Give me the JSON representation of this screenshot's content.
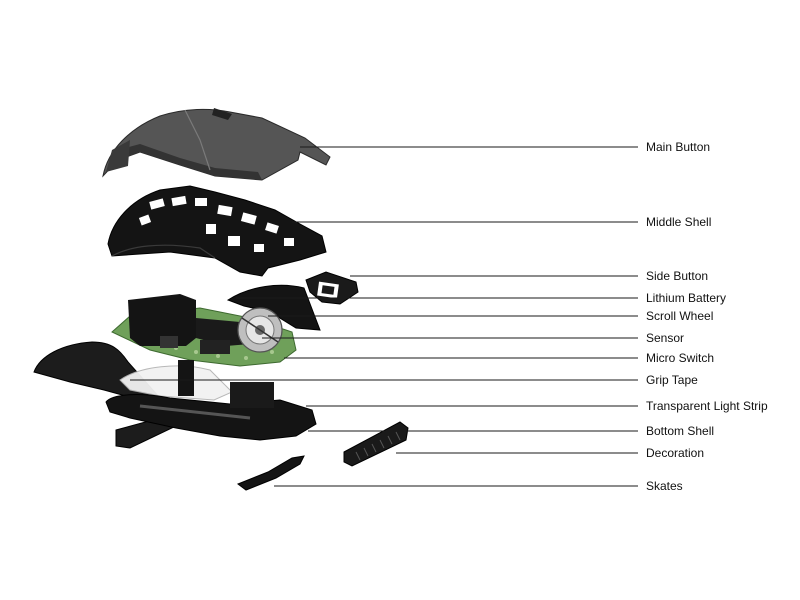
{
  "diagram": {
    "parts": [
      {
        "id": "main-button",
        "label": "Main Button",
        "shape": "dark-grey-top-shell"
      },
      {
        "id": "middle-shell",
        "label": "Middle Shell",
        "shape": "black-honeycomb-frame"
      },
      {
        "id": "side-button",
        "label": "Side Button",
        "shape": "small-black-button-block"
      },
      {
        "id": "lithium-battery",
        "label": "Lithium Battery",
        "shape": "black-curved-cover"
      },
      {
        "id": "scroll-wheel",
        "label": "Scroll Wheel",
        "shape": "silver-wheel"
      },
      {
        "id": "sensor",
        "label": "Sensor",
        "shape": "green-pcb"
      },
      {
        "id": "micro-switch",
        "label": "Micro Switch",
        "shape": "green-pcb"
      },
      {
        "id": "grip-tape",
        "label": "Grip Tape",
        "shape": "black-tape-sheet"
      },
      {
        "id": "transparent-light-strip",
        "label": "Transparent Light Strip",
        "shape": "clear-strip"
      },
      {
        "id": "bottom-shell",
        "label": "Bottom Shell",
        "shape": "black-base"
      },
      {
        "id": "decoration",
        "label": "Decoration",
        "shape": "black-ridged-piece"
      },
      {
        "id": "skates",
        "label": "Skates",
        "shape": "black-glide-pad"
      }
    ],
    "colors": {
      "background": "#ffffff",
      "label_text": "#111111",
      "leader_line": "#1a1a1a",
      "shell_grey": "#4d4d4d",
      "frame_black": "#141414",
      "pcb_green": "#6fa05a",
      "metal_silver": "#bfbfbf"
    }
  }
}
